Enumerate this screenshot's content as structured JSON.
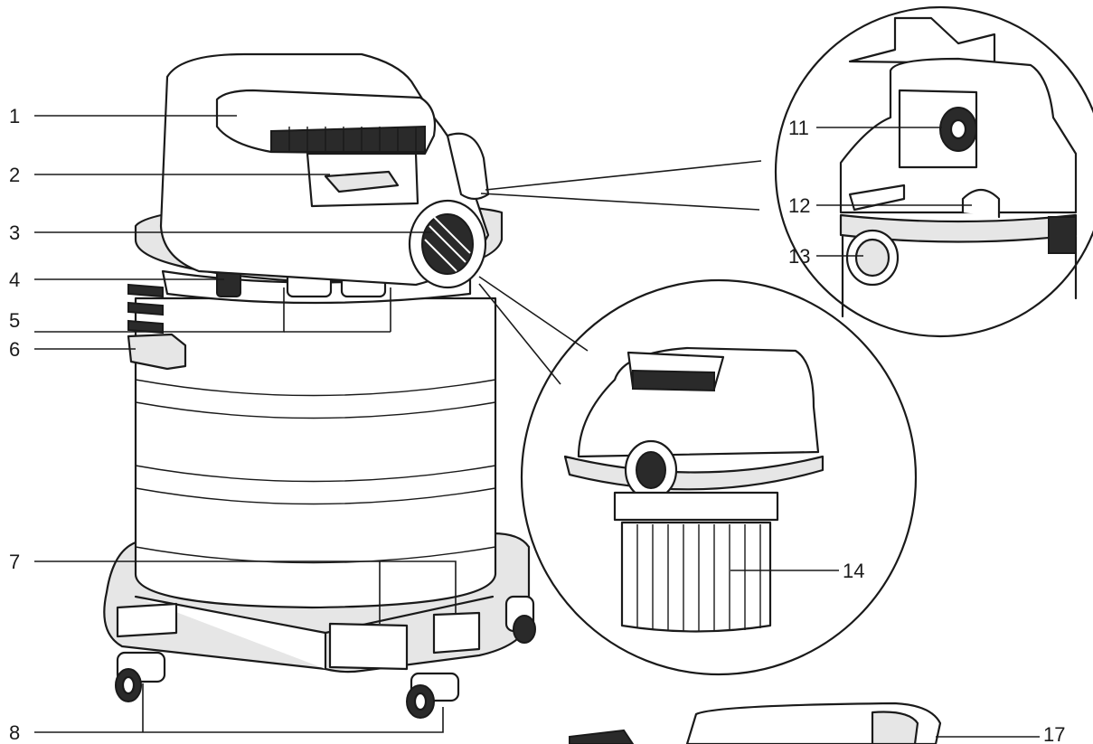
{
  "callouts": {
    "c1": "1",
    "c2": "2",
    "c3": "3",
    "c4": "4",
    "c5": "5",
    "c6": "6",
    "c7": "7",
    "c8": "8",
    "c11": "11",
    "c12": "12",
    "c13": "13",
    "c14": "14",
    "c17": "17"
  },
  "icons": {
    "main_unit": "wet-dry-vacuum-illustration",
    "detail_top": "power-head-detail-illustration",
    "detail_filter": "filter-detail-illustration",
    "accessory": "accessory-illustration"
  }
}
